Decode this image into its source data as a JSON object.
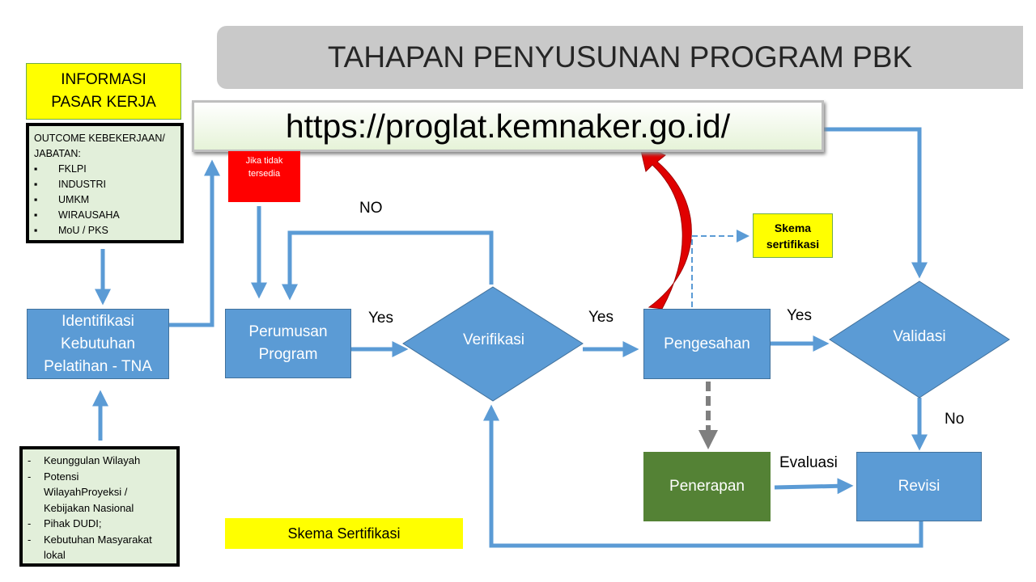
{
  "title": "TAHAPAN PENYUSUNAN PROGRAM PBK",
  "url": "https://proglat.kemnaker.go.id/",
  "info_pasar_kerja": "INFORMASI PASAR KERJA",
  "outcome": {
    "heading": "OUTCOME KEBEKERJAAN/ JABATAN:",
    "items": [
      "FKLPI",
      "INDUSTRI",
      "UMKM",
      "WIRAUSAHA",
      "MoU / PKS"
    ]
  },
  "sources": {
    "items": [
      "Keunggulan Wilayah",
      "Potensi WilayahProyeksi / Kebijakan Nasional",
      "Pihak DUDI;",
      "Kebutuhan Masyarakat lokal"
    ]
  },
  "nodes": {
    "identifikasi": "Identifikasi Kebutuhan Pelatihan - TNA",
    "jika_tidak": "Jika tidak tersedia",
    "perumusan": "Perumusan Program",
    "verifikasi": "Verifikasi",
    "pengesahan": "Pengesahan",
    "validasi": "Validasi",
    "penerapan": "Penerapan",
    "revisi": "Revisi",
    "skema_small": "Skema sertifikasi",
    "skema_bottom": "Skema Sertifikasi"
  },
  "labels": {
    "no_top": "NO",
    "yes1": "Yes",
    "yes2": "Yes",
    "yes3": "Yes",
    "no_right": "No",
    "evaluasi": "Evaluasi"
  },
  "colors": {
    "blue": "#5b9bd5",
    "green": "#548235",
    "yellow": "#ffff00",
    "red": "#ff0000",
    "pale_green": "#e2efda"
  }
}
